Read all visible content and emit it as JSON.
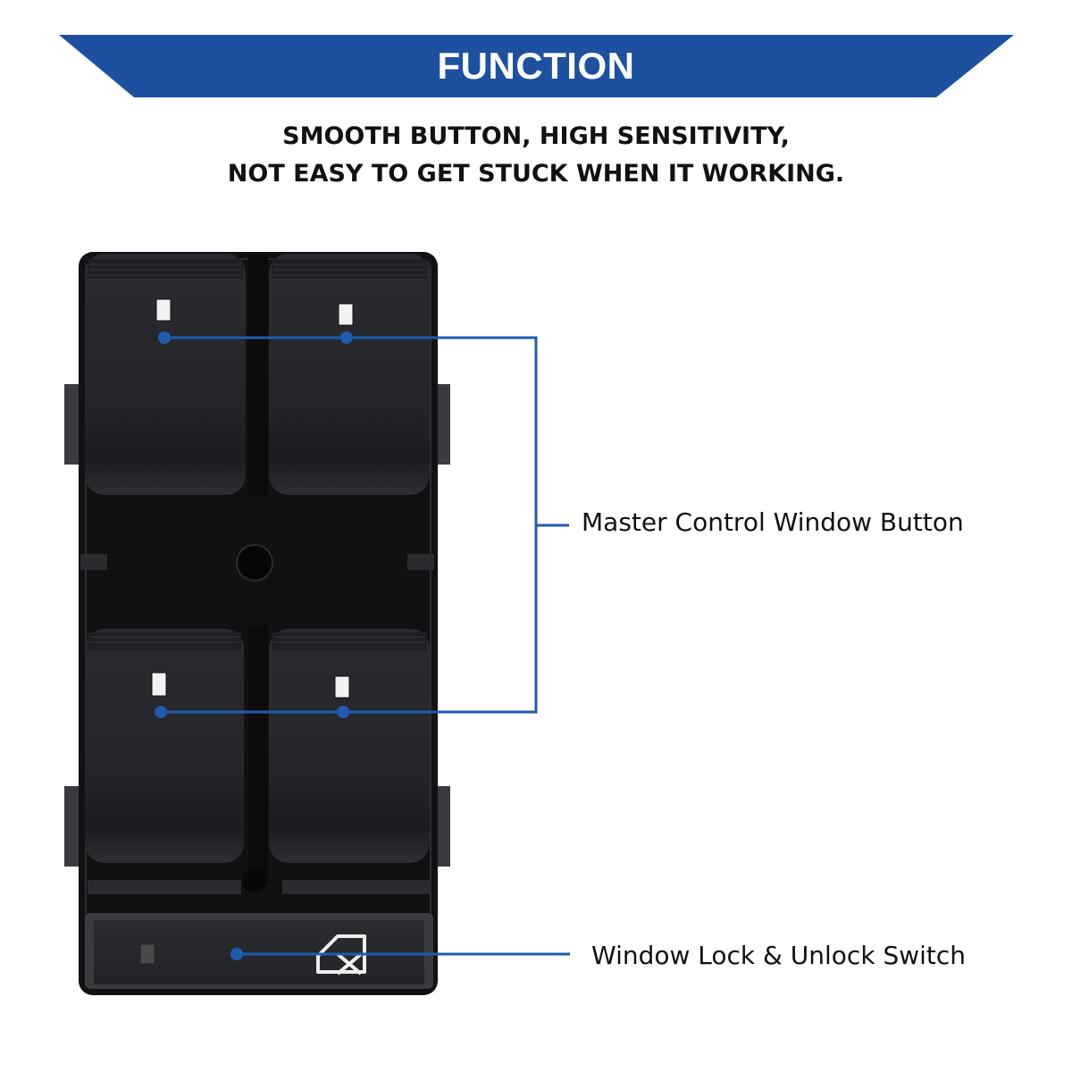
{
  "header": {
    "title": "FUNCTION",
    "subtitle_line1": "SMOOTH BUTTON, HIGH SENSITIVITY,",
    "subtitle_line2": "NOT EASY TO GET STUCK WHEN IT WORKING."
  },
  "callouts": {
    "master": "Master Control Window Button",
    "lock": "Window Lock & Unlock Switch"
  },
  "product": {
    "name": "Power window master switch",
    "buttons": [
      "front-left",
      "front-right",
      "rear-left",
      "rear-right"
    ],
    "lock_icon": "window-lock-icon"
  },
  "colors": {
    "brand_blue": "#1d51a0",
    "callout_line": "#1f5bb0",
    "switch_body": "#1a1a1d",
    "switch_button": "#26272b"
  }
}
